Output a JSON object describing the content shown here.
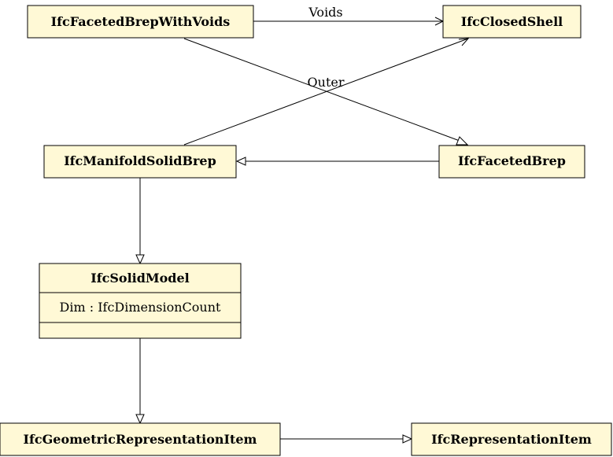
{
  "classes": {
    "faceted_brep_with_voids": {
      "name": "IfcFacetedBrepWithVoids"
    },
    "closed_shell": {
      "name": "IfcClosedShell"
    },
    "manifold_solid_brep": {
      "name": "IfcManifoldSolidBrep"
    },
    "faceted_brep": {
      "name": "IfcFacetedBrep"
    },
    "solid_model": {
      "name": "IfcSolidModel",
      "attributes": [
        "Dim : IfcDimensionCount"
      ]
    },
    "geometric_representation_item": {
      "name": "IfcGeometricRepresentationItem"
    },
    "representation_item": {
      "name": "IfcRepresentationItem"
    }
  },
  "associations": [
    {
      "from": "IfcFacetedBrepWithVoids",
      "to": "IfcClosedShell",
      "label": "Voids"
    },
    {
      "from": "IfcManifoldSolidBrep",
      "to": "IfcClosedShell",
      "label": "Outer"
    }
  ],
  "generalizations": [
    {
      "from": "IfcFacetedBrepWithVoids",
      "to": "IfcFacetedBrep"
    },
    {
      "from": "IfcFacetedBrep",
      "to": "IfcManifoldSolidBrep"
    },
    {
      "from": "IfcManifoldSolidBrep",
      "to": "IfcSolidModel"
    },
    {
      "from": "IfcSolidModel",
      "to": "IfcGeometricRepresentationItem"
    },
    {
      "from": "IfcGeometricRepresentationItem",
      "to": "IfcRepresentationItem"
    }
  ],
  "colors": {
    "box_fill": "#fff9d6",
    "stroke": "#000000"
  }
}
